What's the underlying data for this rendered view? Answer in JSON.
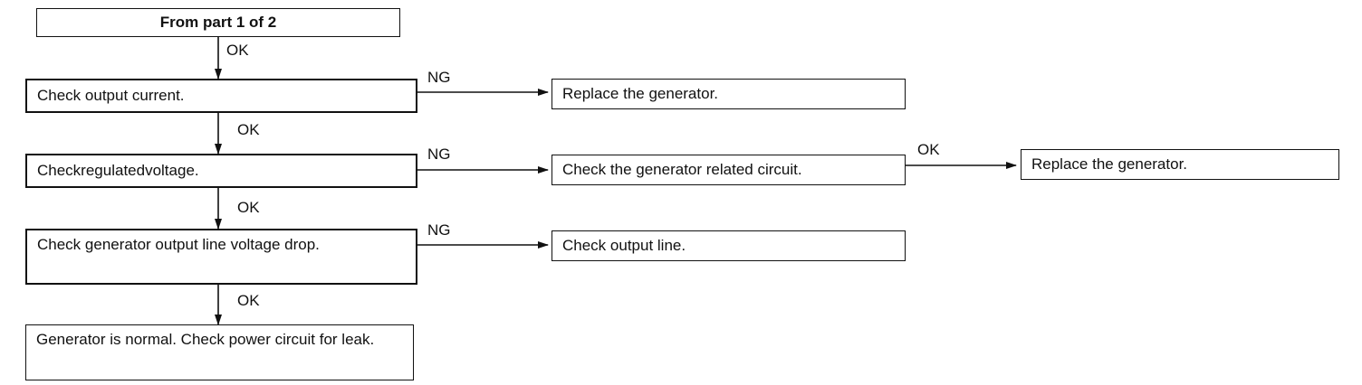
{
  "nodes": {
    "start": "From  part 1 of 2",
    "check_current": "Check  output  current.",
    "replace_1": "Replace  the  generator.",
    "check_regulated": "Checkregulatedvoltage.",
    "check_related": "Check  the  generator  related  circuit.",
    "replace_2": "Replace  the  generator.",
    "check_drop": "Check generator output line voltage drop.",
    "check_line": "Check  output  line.",
    "normal": "Generator is normal. Check power circuit for  leak."
  },
  "edges": {
    "ok_1": "OK",
    "ok_2": "OK",
    "ok_3": "OK",
    "ok_4": "OK",
    "ok_related": "OK",
    "ng_1": "NG",
    "ng_2": "NG",
    "ng_3": "NG"
  },
  "colors": {
    "line": "#111111",
    "background": "#ffffff"
  }
}
